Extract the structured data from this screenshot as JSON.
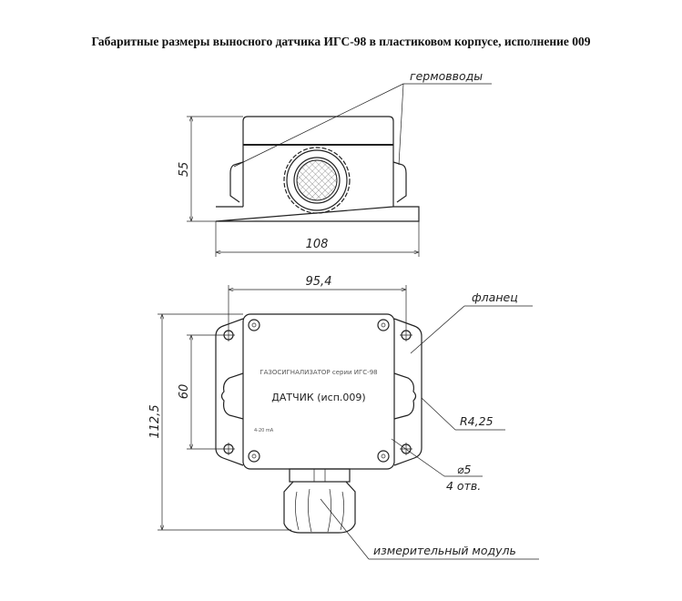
{
  "title": "Габаритные размеры выносного датчика ИГС-98 в пластиковом корпусе, исполнение 009",
  "front_view": {
    "dim_height": "55",
    "dim_width": "108",
    "label_glands": "гермовводы"
  },
  "top_view": {
    "dim_width": "95,4",
    "dim_height": "112,5",
    "dim_holes": "60",
    "label_flange": "фланец",
    "label_radius": "R4,25",
    "label_hole_diameter": "⌀5",
    "label_hole_count": "4 отв.",
    "label_module": "измерительный модуль",
    "plate_line1": "ГАЗОСИГНАЛИЗАТОР серии ИГС-98",
    "plate_line2": "ДАТЧИК (исп.009)",
    "plate_line3": "4-20 mA"
  }
}
